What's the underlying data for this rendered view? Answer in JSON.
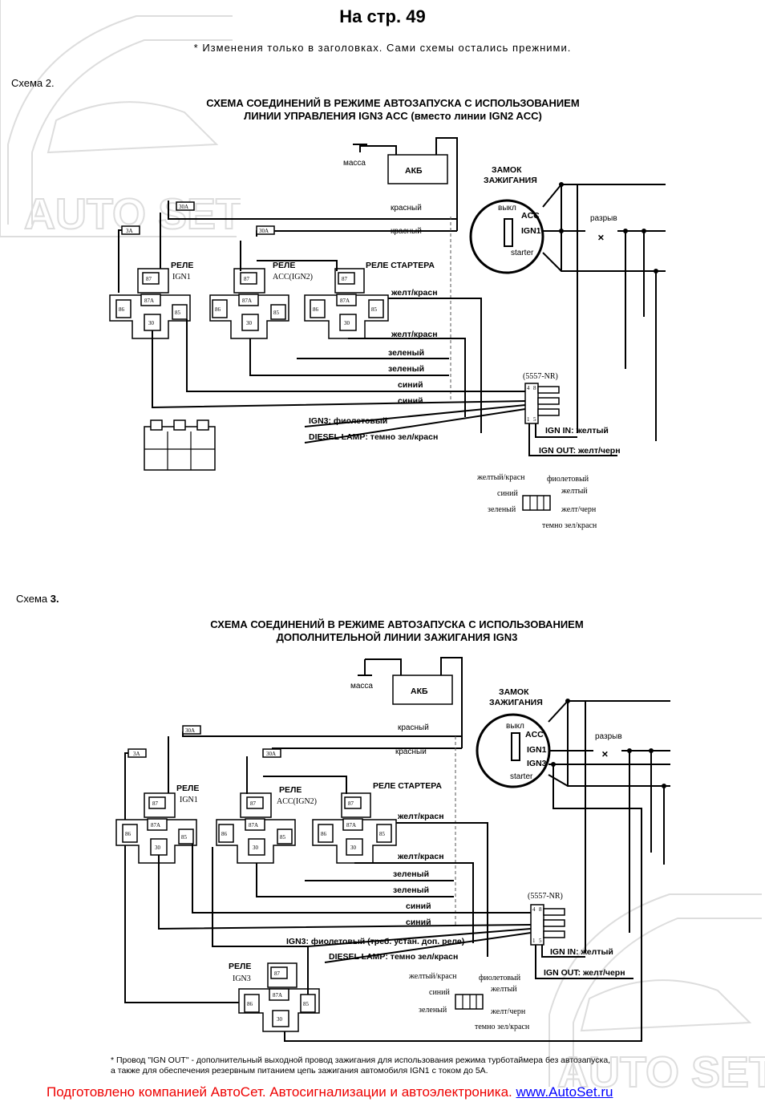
{
  "page": {
    "title": "На стр. 49",
    "note": "* Изменения только в заголовках. Сами схемы остались прежними.",
    "watermark": "AUTO SET"
  },
  "scheme2": {
    "label": "Схема 2.",
    "title_line1": "СХЕМА СОЕДИНЕНИЙ В РЕЖИМЕ АВТОЗАПУСКА С ИСПОЛЬЗОВАНИЕМ",
    "title_line2": "ЛИНИИ УПРАВЛЕНИЯ IGN3 ACC (вместо линии IGN2 ACC)",
    "ground": "масса",
    "battery": "АКБ",
    "lock_title1": "ЗАМОК",
    "lock_title2": "ЗАЖИГАНИЯ",
    "lock_off": "выкл",
    "lock_acc": "ACC",
    "lock_ign1": "IGN1",
    "lock_starter": "starter",
    "break": "разрыв",
    "fuse1": "30A",
    "fuse2": "3A",
    "fuse3": "30A",
    "relay1_a": "РЕЛЕ",
    "relay1_b": "IGN1",
    "relay2_a": "РЕЛЕ",
    "relay2_b": "ACC(IGN2)",
    "relay3": "РЕЛЕ СТАРТЕРА",
    "pin87": "87",
    "pin87a": "87A",
    "pin86": "86",
    "pin85": "85",
    "pin30": "30",
    "w_red1": "красный",
    "w_red2": "красный",
    "w_yr1": "желт/красн",
    "w_yr2": "желт/красн",
    "w_green1": "зеленый",
    "w_green2": "зеленый",
    "w_blue1": "синий",
    "w_blue2": "синий",
    "w_ign3": "IGN3: фиолетовый",
    "w_diesel": "DIESEL LAMP: темно зел/красн",
    "w_ignin": "IGN IN: желтый",
    "w_ignout": "IGN OUT: желт/черн",
    "connector": "(5557-NR)",
    "conn_p4": "4",
    "conn_p8": "8",
    "conn_p1": "1",
    "conn_p5": "5",
    "leg_yr": "желтый/красн",
    "leg_violet": "фиолетовый",
    "leg_blue": "синий",
    "leg_yellow": "желтый",
    "leg_green": "зеленый",
    "leg_yblack": "желт/черн",
    "leg_dgr": "темно зел/красн"
  },
  "scheme3": {
    "label_prefix": "Схема",
    "label_num": "3.",
    "title_line1": "СХЕМА СОЕДИНЕНИЙ В РЕЖИМЕ АВТОЗАПУСКА С ИСПОЛЬЗОВАНИЕМ",
    "title_line2": "ДОПОЛНИТЕЛЬНОЙ ЛИНИИ ЗАЖИГАНИЯ IGN3",
    "ground": "масса",
    "battery": "АКБ",
    "lock_title1": "ЗАМОК",
    "lock_title2": "ЗАЖИГАНИЯ",
    "lock_off": "выкл",
    "lock_acc": "ACC",
    "lock_ign1": "IGN1",
    "lock_ign3": "IGN3",
    "lock_starter": "starter",
    "break": "разрыв",
    "fuse1": "30A",
    "fuse2": "3A",
    "fuse3": "30A",
    "relay1_a": "РЕЛЕ",
    "relay1_b": "IGN1",
    "relay2_a": "РЕЛЕ",
    "relay2_b": "ACC(IGN2)",
    "relay3": "РЕЛЕ СТАРТЕРА",
    "relay4_a": "РЕЛЕ",
    "relay4_b": "IGN3",
    "pin87": "87",
    "pin87a": "87A",
    "pin86": "86",
    "pin85": "85",
    "pin30": "30",
    "w_red1": "красный",
    "w_red2": "красный",
    "w_yr1": "желт/красн",
    "w_yr2": "желт/красн",
    "w_green1": "зеленый",
    "w_green2": "зеленый",
    "w_blue1": "синий",
    "w_blue2": "синий",
    "w_ign3": "IGN3: фиолетовый (треб. устан. доп. реле)",
    "w_diesel": "DIESEL LAMP: темно зел/красн",
    "w_ignin": "IGN IN: желтый",
    "w_ignout": "IGN OUT: желт/черн",
    "connector": "(5557-NR)",
    "conn_p4": "4",
    "conn_p8": "8",
    "conn_p1": "1",
    "conn_p5": "5",
    "leg_yr": "желтый/красн",
    "leg_violet": "фиолетовый",
    "leg_blue": "синий",
    "leg_yellow": "желтый",
    "leg_green": "зеленый",
    "leg_yblack": "желт/черн",
    "leg_dgr": "темно зел/красн"
  },
  "footnote_line1": "* Провод \"IGN OUT\" - дополнительный выходной провод зажигания для использования режима турботаймера без автозапуска,",
  "footnote_line2": "а также для обеспечения резервным питанием цепь зажигания автомобиля IGN1 с током до 5А.",
  "footer_text": "Подготовлено компанией АвтоСет. Автосигнализации и автоэлектроника. ",
  "footer_link": "www.AutoSet.ru",
  "colors": {
    "footer": "#e00000",
    "link": "#0000ff"
  }
}
